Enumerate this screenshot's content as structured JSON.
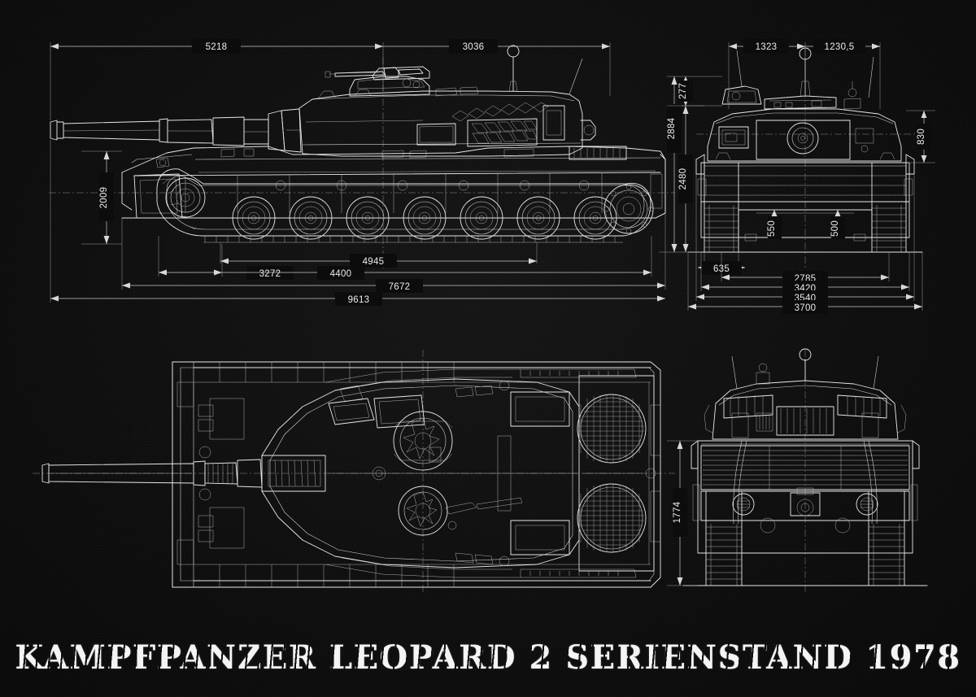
{
  "poster": {
    "title": "KAMPFPANZER LEOPARD 2 SERIENSTAND 1978",
    "background_color": "#0b0b0b",
    "line_color": "#e8e8e8",
    "subject": "Leopard 2 Main Battle Tank blueprint"
  },
  "views": {
    "side": {
      "name": "side-elevation-view"
    },
    "front": {
      "name": "front-elevation-view"
    },
    "top": {
      "name": "top-plan-view"
    },
    "rear": {
      "name": "rear-elevation-view"
    }
  },
  "dimensions": {
    "side": {
      "turret_overhang_top": "5218",
      "turret_rear_top": "3036",
      "hull_height": "2009",
      "front_road_wheel_span": "3272",
      "track_contact_mid": "4945",
      "rear_span": "4400",
      "hull_length": "7672",
      "overall_length": "9613"
    },
    "front": {
      "left_of_centre": "1323",
      "right_of_centre": "1230,5",
      "cupola_height": "277",
      "turret_roof_height": "2884",
      "hull_top_height": "2480",
      "right_side_height": "830",
      "skirt_clearance_left": "550",
      "skirt_clearance_right": "500",
      "track_width": "635",
      "track_centres": "2785",
      "hull_width": "3420",
      "over_skirts_width": "3540",
      "overall_width": "3700"
    },
    "rear": {
      "engine_deck_height": "1774"
    }
  }
}
